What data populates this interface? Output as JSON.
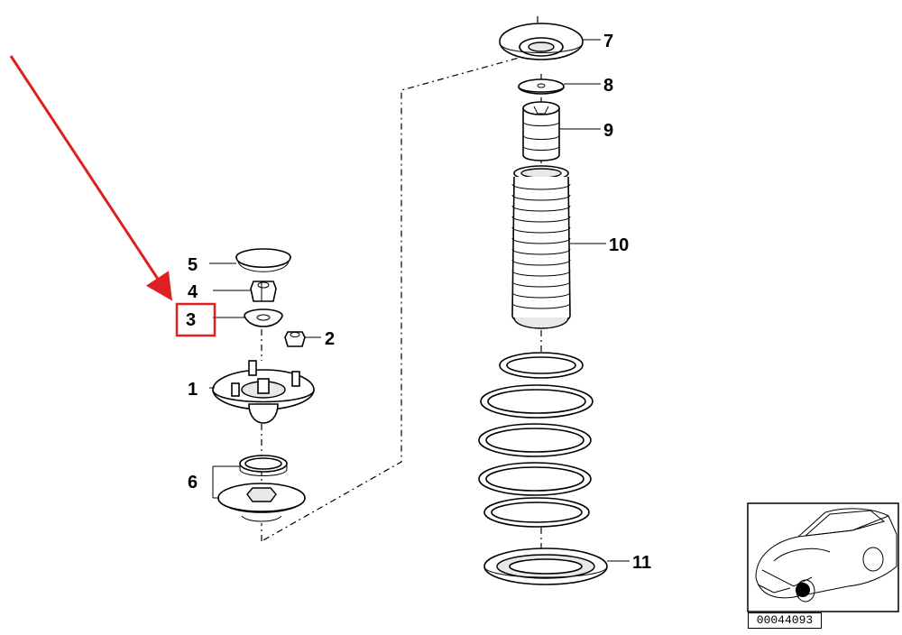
{
  "callouts": {
    "c1": "1",
    "c2": "2",
    "c3": "3",
    "c4": "4",
    "c5": "5",
    "c6": "6",
    "c7": "7",
    "c8": "8",
    "c9": "9",
    "c10": "10",
    "c11": "11"
  },
  "reference_code": "00044093",
  "colors": {
    "highlight": "#e02020",
    "arrow": "#e02020",
    "line": "#000000",
    "location_dot": "#000000"
  }
}
